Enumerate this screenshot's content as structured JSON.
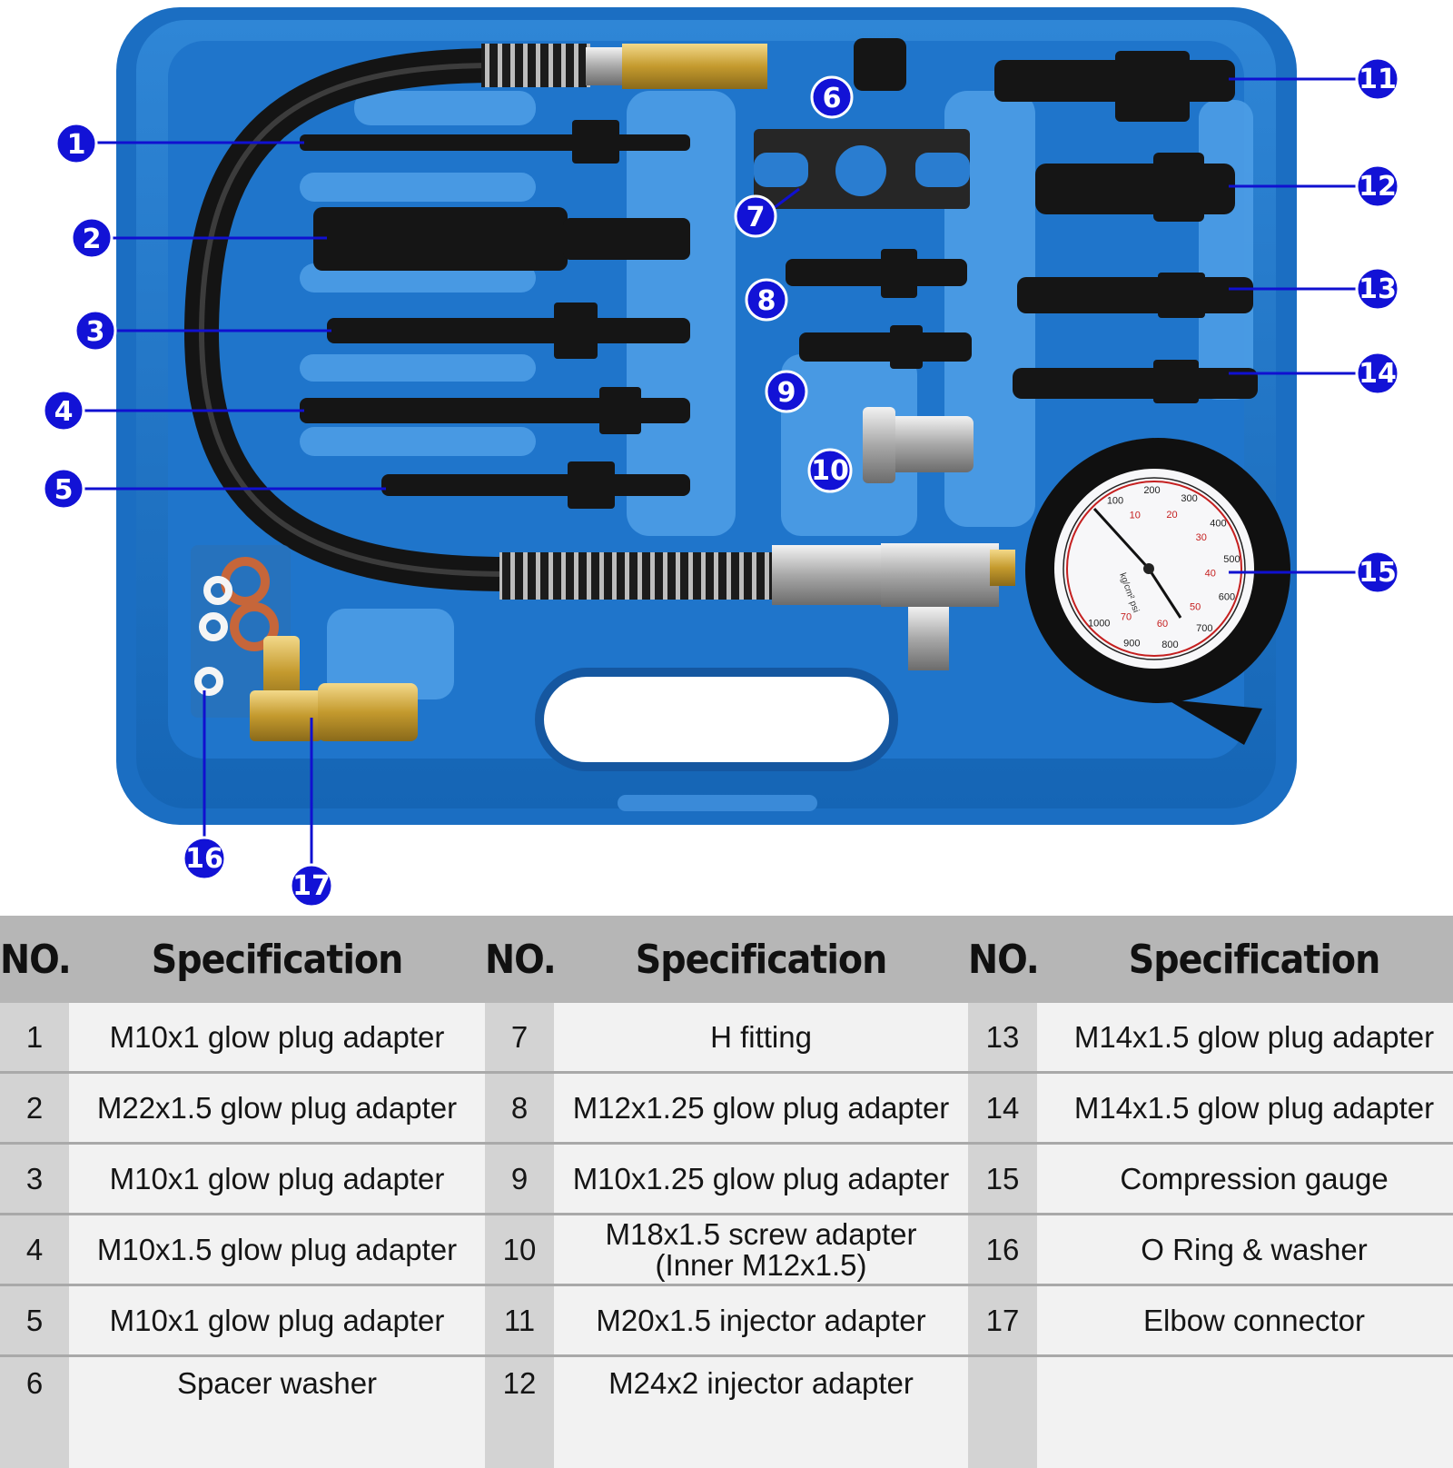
{
  "callouts": [
    "1",
    "2",
    "3",
    "4",
    "5",
    "6",
    "7",
    "8",
    "9",
    "10",
    "11",
    "12",
    "13",
    "14",
    "15",
    "16",
    "17"
  ],
  "gauge": {
    "outer_ticks": [
      "100",
      "200",
      "300",
      "400",
      "500",
      "600",
      "700",
      "800",
      "900",
      "1000"
    ],
    "inner_ticks": [
      "10",
      "20",
      "30",
      "40",
      "50",
      "60",
      "70"
    ],
    "units": "kg/cm² psi"
  },
  "table": {
    "headers": [
      "NO.",
      "Specification",
      "NO.",
      "Specification",
      "NO.",
      "Specification"
    ],
    "rows": [
      {
        "n1": "1",
        "s1": "M10x1 glow plug adapter",
        "n2": "7",
        "s2": "H fitting",
        "n3": "13",
        "s3": "M14x1.5 glow plug adapter"
      },
      {
        "n1": "2",
        "s1": "M22x1.5 glow plug adapter",
        "n2": "8",
        "s2": "M12x1.25 glow plug adapter",
        "n3": "14",
        "s3": "M14x1.5 glow plug adapter"
      },
      {
        "n1": "3",
        "s1": "M10x1 glow plug adapter",
        "n2": "9",
        "s2": "M10x1.25 glow plug adapter",
        "n3": "15",
        "s3": "Compression gauge"
      },
      {
        "n1": "4",
        "s1": "M10x1.5 glow plug adapter",
        "n2": "10",
        "s2": "M18x1.5 screw adapter",
        "s2b": "(Inner M12x1.5)",
        "n3": "16",
        "s3": "O Ring & washer"
      },
      {
        "n1": "5",
        "s1": "M10x1 glow plug adapter",
        "n2": "11",
        "s2": "M20x1.5 injector adapter",
        "n3": "17",
        "s3": "Elbow connector"
      },
      {
        "n1": "6",
        "s1": "Spacer washer",
        "n2": "12",
        "s2": "M24x2 injector adapter",
        "n3": "",
        "s3": ""
      }
    ]
  }
}
